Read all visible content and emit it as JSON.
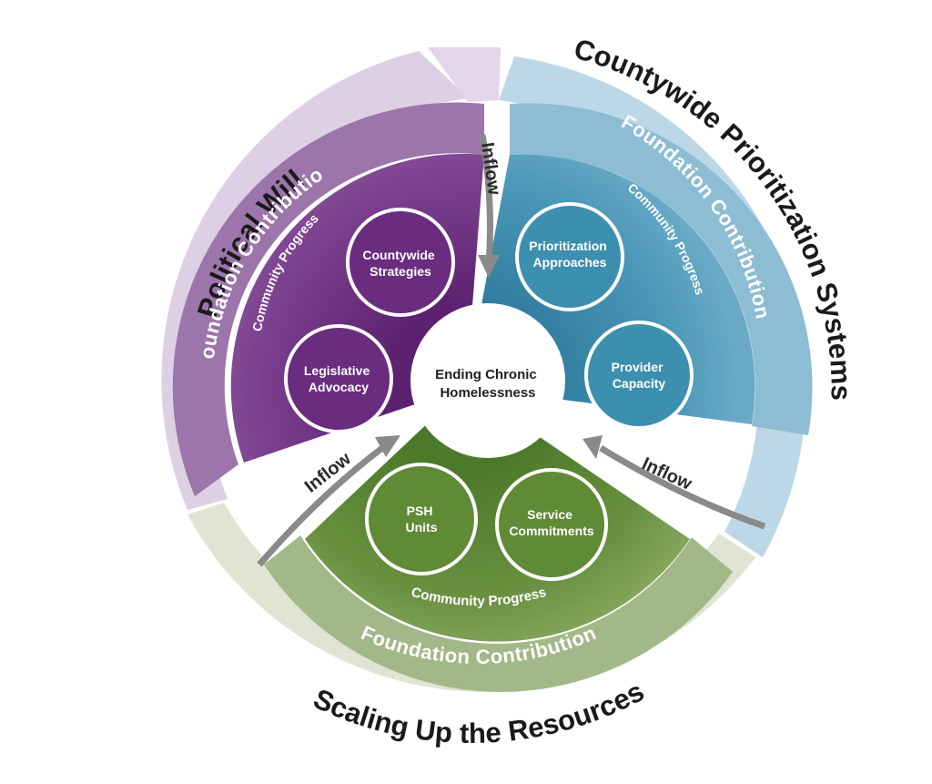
{
  "center": {
    "line1": "Ending Chronic",
    "line2": "Homelessness"
  },
  "segments": {
    "political_will": {
      "title": "Political Will",
      "foundation": "Foundation Contribution",
      "progress": "Community Progress",
      "color": "#6a2c7e",
      "circles": [
        {
          "line1": "Countywide",
          "line2": "Strategies"
        },
        {
          "line1": "Legislative",
          "line2": "Advocacy"
        }
      ]
    },
    "countywide_prioritization": {
      "title": "Countywide Prioritization Systems",
      "foundation": "Foundation Contribution",
      "progress": "Community Progress",
      "color": "#3d8fb0",
      "circles": [
        {
          "line1": "Prioritization",
          "line2": "Approaches"
        },
        {
          "line1": "Provider",
          "line2": "Capacity"
        }
      ]
    },
    "scaling_resources": {
      "title": "Scaling Up the Resources",
      "foundation": "Foundation Contribution",
      "progress": "Community Progress",
      "color": "#5f8a36",
      "circles": [
        {
          "line1": "PSH",
          "line2": "Units"
        },
        {
          "line1": "Service",
          "line2": "Commitments"
        }
      ]
    }
  },
  "inflow_labels": [
    "Inflow",
    "Inflow",
    "Inflow"
  ]
}
